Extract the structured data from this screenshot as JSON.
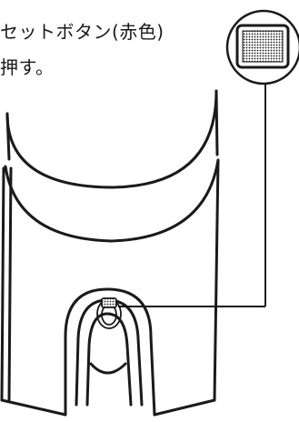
{
  "caption": {
    "line1": "セットボタン(赤色)",
    "line2": "押す。"
  },
  "colors": {
    "ink": "#1a1a1a",
    "background": "#ffffff"
  },
  "icons": {
    "callout": "reset-button-closeup-icon",
    "device": "device-body-outline"
  }
}
